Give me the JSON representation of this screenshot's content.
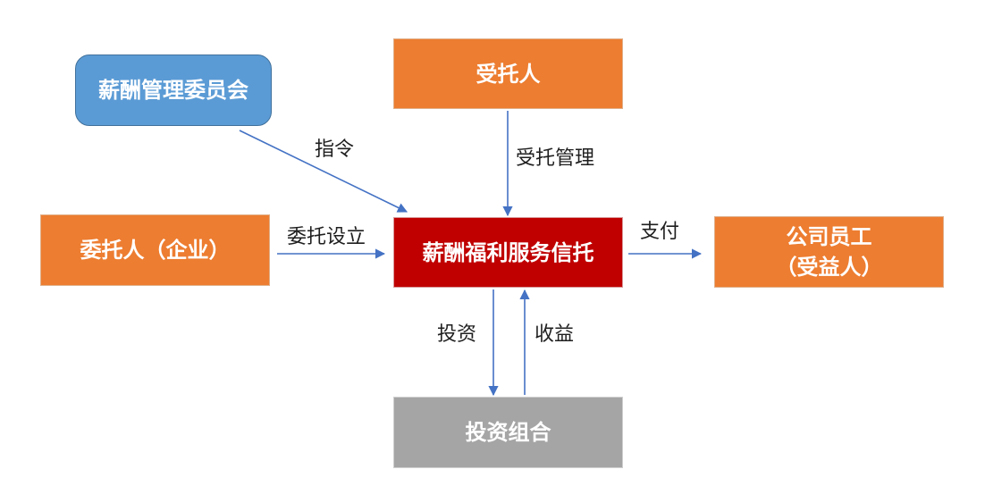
{
  "nodes": {
    "committee": "薪酬管理委员会",
    "trustee": "受托人",
    "settlor": "委托人（企业）",
    "trust": "薪酬福利服务信托",
    "employees_line1": "公司员工",
    "employees_line2": "（受益人）",
    "portfolio": "投资组合"
  },
  "edges": {
    "instruction": "指令",
    "trust_management": "受托管理",
    "establish_trust": "委托设立",
    "payment": "支付",
    "investment": "投资",
    "returns": "收益"
  },
  "colors": {
    "orange": "#ed7d31",
    "blue": "#5b9bd5",
    "red": "#c00000",
    "gray": "#a5a5a5",
    "arrow": "#4472c4"
  }
}
